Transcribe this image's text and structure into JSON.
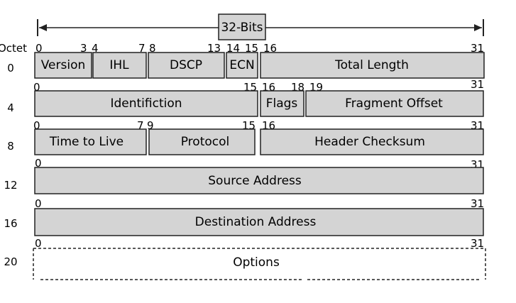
{
  "width_label": "32-Bits",
  "octet_header": "Octet",
  "rows": [
    {
      "octet": "0",
      "bit_labels": [
        "0",
        "3",
        "4",
        "7",
        "8",
        "13",
        "14",
        "15",
        "16",
        "31"
      ],
      "fields": [
        "Version",
        "IHL",
        "DSCP",
        "ECN",
        "Total Length"
      ]
    },
    {
      "octet": "4",
      "bit_labels": [
        "0",
        "15",
        "16",
        "18",
        "19",
        "31"
      ],
      "fields": [
        "Identifiction",
        "Flags",
        "Fragment Offset"
      ]
    },
    {
      "octet": "8",
      "bit_labels": [
        "0",
        "7",
        "9",
        "15",
        "16",
        "31"
      ],
      "fields": [
        "Time to Live",
        "Protocol",
        "Header Checksum"
      ]
    },
    {
      "octet": "12",
      "bit_labels": [
        "0",
        "31"
      ],
      "fields": [
        "Source Address"
      ]
    },
    {
      "octet": "16",
      "bit_labels": [
        "0",
        "31"
      ],
      "fields": [
        "Destination Address"
      ]
    },
    {
      "octet": "20",
      "bit_labels": [
        "0",
        "31"
      ],
      "fields": [
        "Options"
      ],
      "dashed": true
    }
  ],
  "colors": {
    "field_fill": "#d4d4d4",
    "stroke": "#222222"
  }
}
